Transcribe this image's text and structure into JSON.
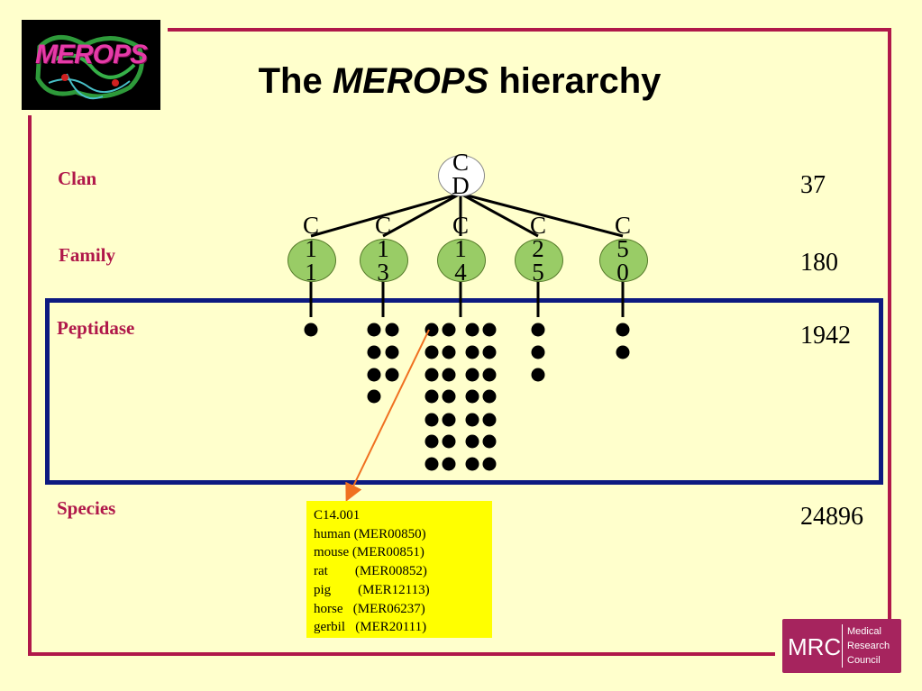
{
  "title": {
    "prefix": "The",
    "italic": "MEROPS",
    "suffix": "hierarchy"
  },
  "logo": {
    "text": "MEROPS"
  },
  "levels": [
    {
      "label": "Clan",
      "count": "37"
    },
    {
      "label": "Family",
      "count": "180"
    },
    {
      "label": "Peptidase",
      "count": "1942"
    },
    {
      "label": "Species",
      "count": "24896"
    }
  ],
  "clan_node": {
    "label": "C\nD"
  },
  "families": [
    {
      "label": "C\n1\n1",
      "peptidase_count": 1
    },
    {
      "label": "C\n1\n3",
      "peptidase_count": 7
    },
    {
      "label": "C\n1\n4",
      "peptidase_count": 28
    },
    {
      "label": "C\n2\n5",
      "peptidase_count": 3
    },
    {
      "label": "C\n5\n0",
      "peptidase_count": 2
    }
  ],
  "species_box": {
    "lines": [
      "C14.001",
      "human (MER00850)",
      "mouse (MER00851)",
      "rat        (MER00852)",
      "pig        (MER12113)",
      "horse   (MER06237)",
      "gerbil   (MER20111)"
    ]
  },
  "colors": {
    "background": "#ffffcc",
    "frame": "#b0184a",
    "label": "#b0184a",
    "family_node": "#99cc66",
    "peptidase_box": "#0d1a80",
    "species_box": "#ffff00",
    "arrow": "#f07020"
  },
  "branding": {
    "main": "MRC",
    "sub": [
      "Medical",
      "Research",
      "Council"
    ]
  }
}
